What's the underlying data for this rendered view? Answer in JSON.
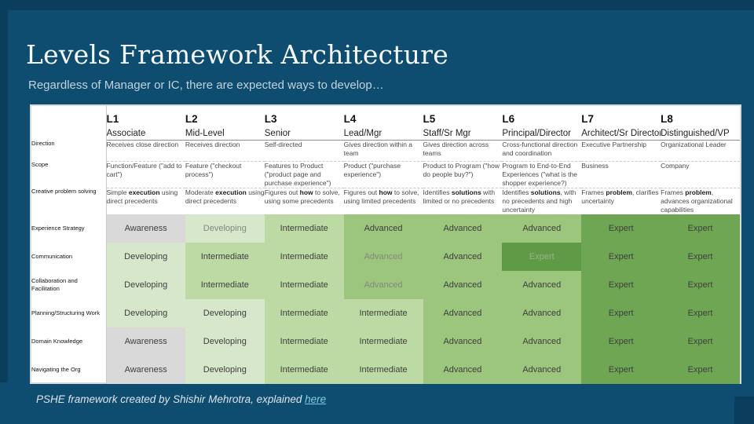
{
  "slide": {
    "title": "Levels Framework Architecture",
    "subtitle": "Regardless of Manager or IC, there are expected ways to develop…",
    "footer": {
      "text": "PSHE framework created by Shishir Mehrotra, explained ",
      "link_label": "here"
    },
    "colors": {
      "background": "#0e4c70",
      "accent_dark": "#0a3e5c",
      "link": "#82cde0"
    }
  },
  "table": {
    "levels": [
      {
        "code": "L1",
        "role": "Associate"
      },
      {
        "code": "L2",
        "role": "Mid-Level"
      },
      {
        "code": "L3",
        "role": "Senior"
      },
      {
        "code": "L4",
        "role": "Lead/Mgr"
      },
      {
        "code": "L5",
        "role": "Staff/Sr Mgr"
      },
      {
        "code": "L6",
        "role": "Principal/Director"
      },
      {
        "code": "L7",
        "role": "Architect/Sr Director"
      },
      {
        "code": "L8",
        "role": "Distinguished/VP"
      }
    ],
    "detail_rows": [
      {
        "label": "Direction",
        "cells": [
          [
            {
              "t": "Receives close direction"
            }
          ],
          [
            {
              "t": "Receives direction"
            }
          ],
          [
            {
              "t": "Self-directed"
            }
          ],
          [
            {
              "t": "Gives direction within a team"
            }
          ],
          [
            {
              "t": "Gives direction across teams"
            }
          ],
          [
            {
              "t": "Cross-functional direction and coordination"
            }
          ],
          [
            {
              "t": "Executive Partnership"
            }
          ],
          [
            {
              "t": "Organizational Leader"
            }
          ]
        ]
      },
      {
        "label": "Scope",
        "cells": [
          [
            {
              "t": "Function/Feature (\"add to cart\")"
            }
          ],
          [
            {
              "t": "Feature (\"checkout process\")"
            }
          ],
          [
            {
              "t": "Features to Product (\"product page and purchase experience\")"
            }
          ],
          [
            {
              "t": "Product (\"purchase experience\")"
            }
          ],
          [
            {
              "t": "Product to Program (\"how do people buy?\")"
            }
          ],
          [
            {
              "t": "Program to End-to-End Experiences (\"what is the shopper experience?)"
            }
          ],
          [
            {
              "t": "Business"
            }
          ],
          [
            {
              "t": "Company"
            }
          ]
        ]
      },
      {
        "label": "Creative problem solving",
        "cells": [
          [
            {
              "t": "Simple "
            },
            {
              "t": "execution",
              "b": true
            },
            {
              "t": " using direct precedents"
            }
          ],
          [
            {
              "t": "Moderate "
            },
            {
              "t": "execution",
              "b": true
            },
            {
              "t": " using direct precedents"
            }
          ],
          [
            {
              "t": "Figures out "
            },
            {
              "t": "how",
              "b": true
            },
            {
              "t": " to solve, using some precedents"
            }
          ],
          [
            {
              "t": "Figures out "
            },
            {
              "t": "how",
              "b": true
            },
            {
              "t": " to solve, using limited precedents"
            }
          ],
          [
            {
              "t": "Identifies "
            },
            {
              "t": "solutions",
              "b": true
            },
            {
              "t": " with limited or no precedents"
            }
          ],
          [
            {
              "t": "Identifies "
            },
            {
              "t": "solutions",
              "b": true
            },
            {
              "t": ", with no precedents and high uncertainty"
            }
          ],
          [
            {
              "t": "Frames "
            },
            {
              "t": "problem",
              "b": true
            },
            {
              "t": ", clarifies uncertainty"
            }
          ],
          [
            {
              "t": "Frames "
            },
            {
              "t": "problem",
              "b": true
            },
            {
              "t": ", advances organizational capabilities"
            }
          ]
        ]
      }
    ],
    "skill_rows": [
      {
        "label": "Experience Strategy",
        "cells": [
          {
            "value": "Awareness",
            "level": "awareness"
          },
          {
            "value": "Developing",
            "level": "developing",
            "muted": true
          },
          {
            "value": "Intermediate",
            "level": "intermediate"
          },
          {
            "value": "Advanced",
            "level": "advanced"
          },
          {
            "value": "Advanced",
            "level": "advanced"
          },
          {
            "value": "Advanced",
            "level": "advanced"
          },
          {
            "value": "Expert",
            "level": "expert"
          },
          {
            "value": "Expert",
            "level": "expert"
          }
        ]
      },
      {
        "label": "Communication",
        "cells": [
          {
            "value": "Developing",
            "level": "developing"
          },
          {
            "value": "Intermediate",
            "level": "intermediate"
          },
          {
            "value": "Intermediate",
            "level": "intermediate"
          },
          {
            "value": "Advanced",
            "level": "advanced",
            "muted": true
          },
          {
            "value": "Advanced",
            "level": "advanced"
          },
          {
            "value": "Expert",
            "level": "expert_dark",
            "muted": true
          },
          {
            "value": "Expert",
            "level": "expert"
          },
          {
            "value": "Expert",
            "level": "expert"
          }
        ]
      },
      {
        "label": "Collaboration and Facilitation",
        "cells": [
          {
            "value": "Developing",
            "level": "developing"
          },
          {
            "value": "Intermediate",
            "level": "intermediate"
          },
          {
            "value": "Intermediate",
            "level": "intermediate"
          },
          {
            "value": "Advanced",
            "level": "advanced",
            "muted": true
          },
          {
            "value": "Advanced",
            "level": "advanced"
          },
          {
            "value": "Advanced",
            "level": "advanced"
          },
          {
            "value": "Expert",
            "level": "expert"
          },
          {
            "value": "Expert",
            "level": "expert"
          }
        ]
      },
      {
        "label": "Planning/Structuring Work",
        "cells": [
          {
            "value": "Developing",
            "level": "developing"
          },
          {
            "value": "Developing",
            "level": "developing"
          },
          {
            "value": "Intermediate",
            "level": "intermediate"
          },
          {
            "value": "Intermediate",
            "level": "intermediate"
          },
          {
            "value": "Advanced",
            "level": "advanced"
          },
          {
            "value": "Advanced",
            "level": "advanced"
          },
          {
            "value": "Expert",
            "level": "expert"
          },
          {
            "value": "Expert",
            "level": "expert"
          }
        ]
      },
      {
        "label": "Domain Knowledge",
        "cells": [
          {
            "value": "Awareness",
            "level": "awareness"
          },
          {
            "value": "Developing",
            "level": "developing"
          },
          {
            "value": "Intermediate",
            "level": "intermediate"
          },
          {
            "value": "Intermediate",
            "level": "intermediate"
          },
          {
            "value": "Advanced",
            "level": "advanced"
          },
          {
            "value": "Advanced",
            "level": "advanced"
          },
          {
            "value": "Expert",
            "level": "expert"
          },
          {
            "value": "Expert",
            "level": "expert"
          }
        ]
      },
      {
        "label": "Navigating the Org",
        "cells": [
          {
            "value": "Awareness",
            "level": "awareness"
          },
          {
            "value": "Developing",
            "level": "developing"
          },
          {
            "value": "Intermediate",
            "level": "intermediate"
          },
          {
            "value": "Intermediate",
            "level": "intermediate"
          },
          {
            "value": "Advanced",
            "level": "advanced"
          },
          {
            "value": "Advanced",
            "level": "advanced"
          },
          {
            "value": "Expert",
            "level": "expert"
          },
          {
            "value": "Expert",
            "level": "expert"
          }
        ]
      }
    ],
    "level_colors": {
      "awareness": "#d9d9d9",
      "developing": "#d7e7cb",
      "intermediate": "#bddaa5",
      "advanced": "#9cc57d",
      "expert": "#6fa654",
      "expert_dark": "#5f9a47"
    }
  }
}
